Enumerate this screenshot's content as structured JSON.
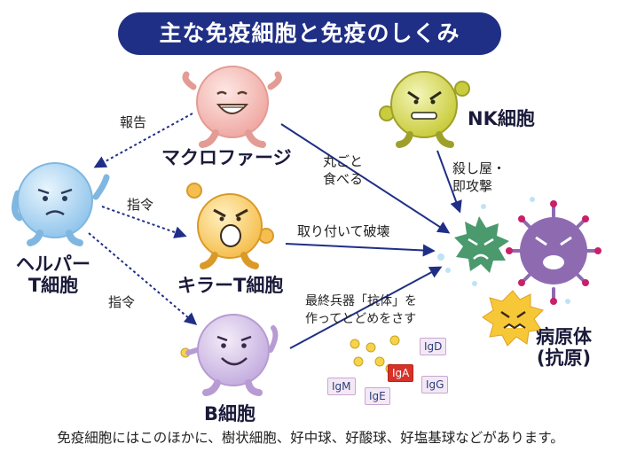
{
  "title": "主な免疫細胞と免疫のしくみ",
  "cells": {
    "macrophage": "マクロファージ",
    "helper_t": [
      "ヘルパー",
      "T細胞"
    ],
    "killer_t": "キラーT細胞",
    "b_cell": "B細胞",
    "nk_cell": "NK細胞",
    "pathogen": [
      "病原体",
      "(抗原)"
    ]
  },
  "arrows": {
    "report": "報告",
    "command1": "指令",
    "command2": "指令",
    "swallow": [
      "丸ごと",
      "食べる"
    ],
    "destroy": "取り付いて破壊",
    "killer_attack": [
      "殺し屋・",
      "即攻撃"
    ],
    "antibody": [
      "最終兵器「抗体」を",
      "作ってとどめをさす"
    ]
  },
  "antibodies": [
    "IgD",
    "IgA",
    "IgM",
    "IgE",
    "IgG"
  ],
  "footnote": "免疫細胞にはこのほかに、樹状細胞、好中球、好酸球、好塩基球などがあります。",
  "colors": {
    "title_bg": "#1f2f86",
    "arrow": "#1f2f86",
    "macrophage": "#f6c5c0",
    "helper_t": "#b9dcf4",
    "killer_t": "#fbd77a",
    "b_cell": "#dccbeb",
    "nk_cell": "#dde070",
    "pathogen_green": "#4a9a6e",
    "pathogen_purple": "#8e6bb1",
    "pathogen_yellow": "#f6c838",
    "antibody_red": "#d6322a"
  },
  "icons": [
    "macrophage-character",
    "helper-t-character",
    "killer-t-character",
    "b-cell-character",
    "nk-cell-character",
    "virus-green",
    "virus-purple",
    "virus-yellow"
  ]
}
